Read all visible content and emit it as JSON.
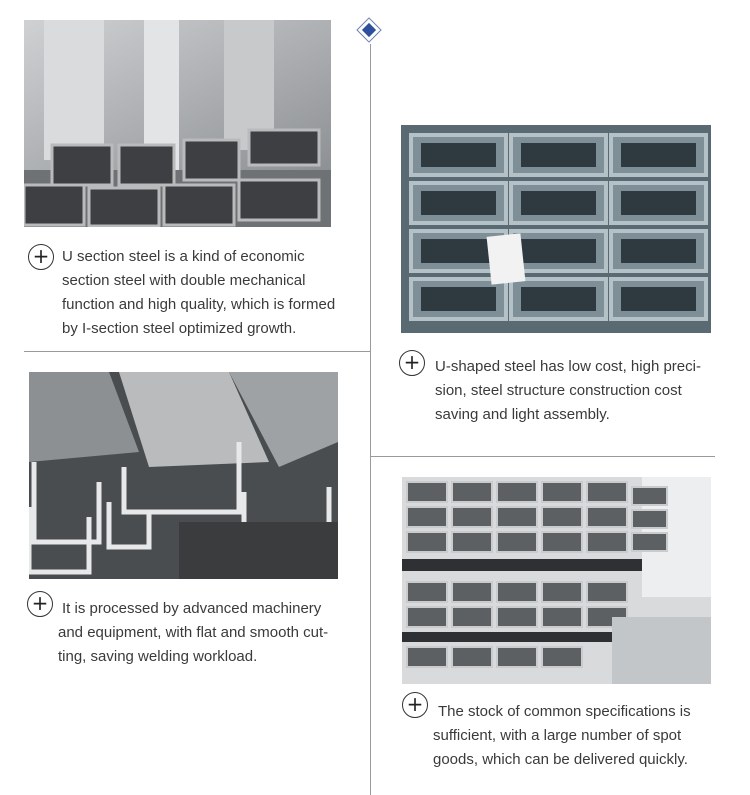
{
  "sections": [
    {
      "icon": "plus-circle-icon",
      "lines": [
        "U section steel is a kind of economic",
        "section steel with double mechanical",
        "function and high quality, which is formed",
        "by I-section steel optimized growth."
      ]
    },
    {
      "icon": "plus-circle-icon",
      "lines": [
        "U-shaped steel has low cost, high preci-",
        "sion, steel structure construction cost",
        "saving and light assembly."
      ]
    },
    {
      "icon": "plus-circle-icon",
      "lines": [
        "It is processed by advanced machinery",
        "and equipment, with flat and smooth cut-",
        "ting, saving welding workload."
      ]
    },
    {
      "icon": "plus-circle-icon",
      "lines": [
        "The stock of common specifications is",
        "sufficient, with a large number of spot",
        "goods, which can be delivered quickly."
      ]
    }
  ],
  "plus_symbol": "+",
  "colors": {
    "accent": "#2c4f9e",
    "divider": "#9a9a9a",
    "text": "#3a3a3a"
  }
}
